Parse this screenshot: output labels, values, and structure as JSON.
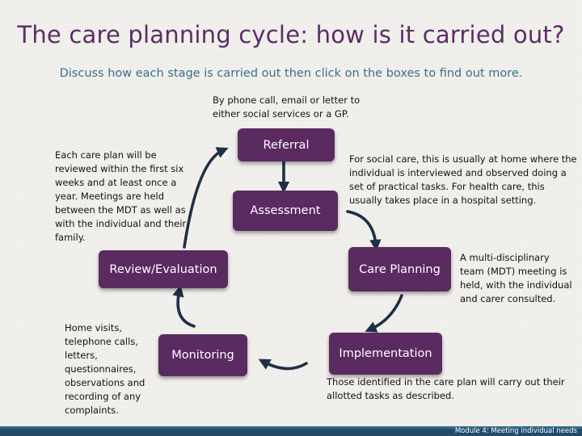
{
  "title": "The care planning cycle: how is it carried out?",
  "subtitle": "Discuss how each stage is carried out then click on the boxes to find out more.",
  "stages": {
    "referral": "Referral",
    "assessment": "Assessment",
    "care_planning": "Care Planning",
    "implementation": "Implementation",
    "monitoring": "Monitoring",
    "review_evaluation": "Review/Evaluation"
  },
  "notes": {
    "referral": "By phone call, email or letter to either social services or a GP.",
    "assessment": "For social care, this is usually at home where the individual is interviewed and observed doing a set of practical tasks. For health care, this usually takes place in a hospital setting.",
    "care_planning": "A multi-disciplinary team (MDT) meeting is held, with the individual and carer consulted.",
    "implementation": "Those identified in the care plan will carry out their allotted tasks as described.",
    "monitoring": "Home visits, telephone calls, letters, questionnaires, observations and recording of any complaints.",
    "review_evaluation": "Each care plan will be reviewed within the first six weeks and at least once a year. Meetings are held between the MDT as well as with the individual and their family."
  },
  "footer": "Module 4: Meeting individual needs",
  "colors": {
    "title": "#5b2d66",
    "subtitle": "#3b6f8a",
    "box": "#5b2a60",
    "arrow": "#1f2f45",
    "footer_bar": "#244a6a"
  }
}
